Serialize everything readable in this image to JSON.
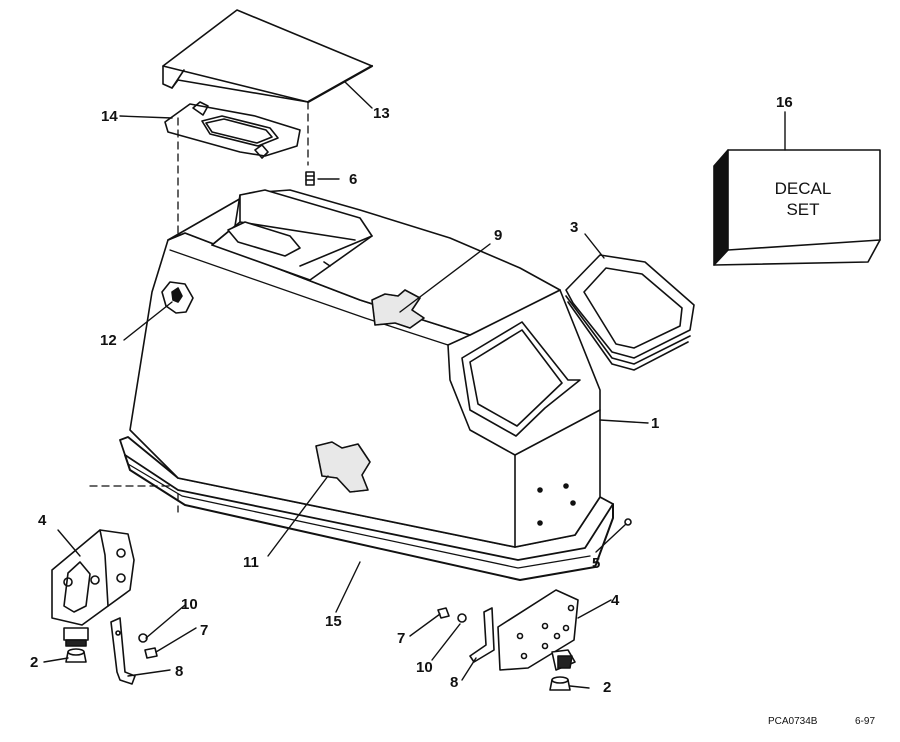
{
  "callouts": {
    "c1": "1",
    "c2a": "2",
    "c2b": "2",
    "c3": "3",
    "c4a": "4",
    "c4b": "4",
    "c5": "5",
    "c6": "6",
    "c7a": "7",
    "c7b": "7",
    "c8a": "8",
    "c8b": "8",
    "c9": "9",
    "c10a": "10",
    "c10b": "10",
    "c11": "11",
    "c12": "12",
    "c13": "13",
    "c14": "14",
    "c15": "15",
    "c16": "16"
  },
  "decal": {
    "line1": "DECAL",
    "line2": "SET"
  },
  "footer": {
    "part_code": "PCA0734B",
    "date": "6-97"
  }
}
